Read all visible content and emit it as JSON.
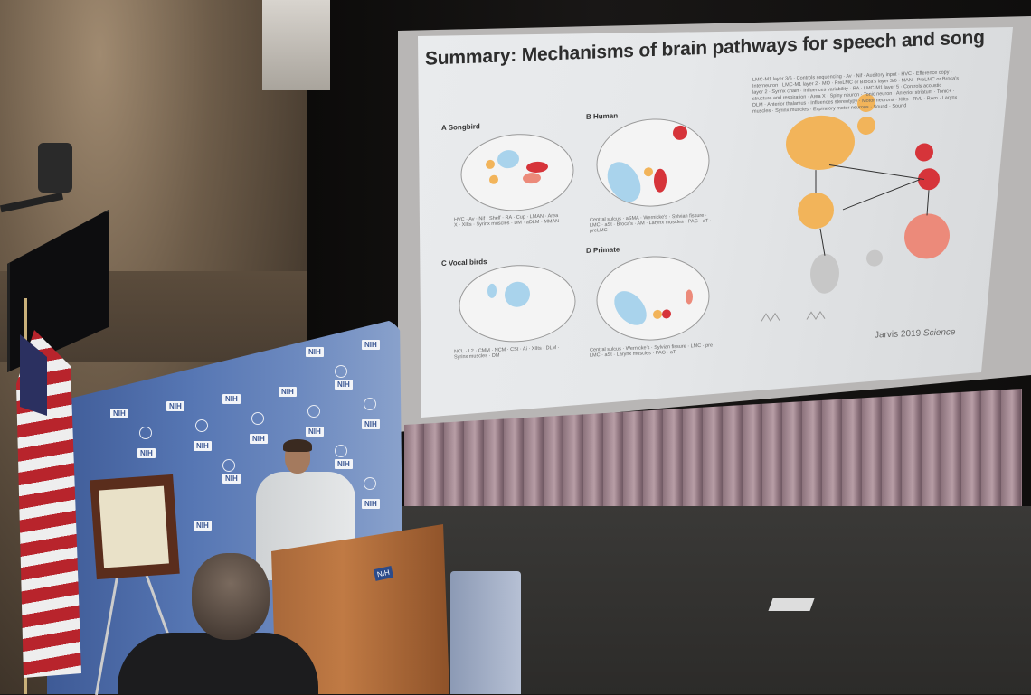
{
  "slide": {
    "title": "Summary: Mechanisms of brain pathways for speech and song",
    "panels": [
      {
        "label": "A  Songbird",
        "terms": [
          "HVC",
          "Av",
          "Nif",
          "Shelf",
          "RA",
          "Cup",
          "LMAN",
          "Area X",
          "XIIts",
          "Syrinx muscles",
          "DM",
          "aDLM",
          "MMAN"
        ]
      },
      {
        "label": "B  Human",
        "terms": [
          "Central sulcus",
          "aSMA",
          "Wernicke's",
          "Sylvian fissure",
          "LMC",
          "aSt",
          "Broca's",
          "AM",
          "Larynx muscles",
          "PAG",
          "aT",
          "preLMC"
        ]
      },
      {
        "label": "C  Vocal birds",
        "terms": [
          "NCL",
          "L2",
          "CMM",
          "NCM",
          "CSt",
          "Ai",
          "XIIts",
          "DLM",
          "Syrinx muscles",
          "DM"
        ]
      },
      {
        "label": "D  Primate",
        "terms": [
          "Central sulcus",
          "Wernicke's",
          "Sylvian fissure",
          "LMC",
          "pre LMC",
          "aSt",
          "Larynx muscles",
          "PAG",
          "aT"
        ]
      }
    ],
    "circuit_terms": [
      "LMC-M1 layer 3/6",
      "Controls sequencing",
      "Av",
      "Nif",
      "Auditory input",
      "HVC",
      "Efference copy",
      "Interneuron",
      "LMC-M1 layer 2",
      "MO",
      "PreLMC or Broca's layer 3/6",
      "MAN",
      "PreLMC or Broca's layer 2",
      "Syrinx chain",
      "Influences variability",
      "RA",
      "LMC-M1 layer 5",
      "Controls acoustic structure and respiration",
      "Area X",
      "Spiny neuron",
      "Tonic neuron",
      "Anterior striatum",
      "Tonic+",
      "DLM",
      "Anterior thalamus",
      "Influences stereotypy",
      "Motor neurons",
      "XIIts",
      "RVL",
      "RAm",
      "Larynx muscles",
      "Syrinx muscles",
      "Expiratory motor neurons",
      "Sound",
      "Sound"
    ],
    "citation_author": "Jarvis 2019",
    "citation_journal": "Science"
  },
  "backdrop": {
    "logo": "NIH",
    "color": "#4f6fae"
  },
  "podium": {
    "logo": "NIH"
  },
  "colors": {
    "orange": "#f2b45a",
    "red": "#d6343a",
    "salmon": "#ec8a7a",
    "blue": "#a9d3ec",
    "curtain": "#a08890",
    "podium": "#b06e3c"
  }
}
